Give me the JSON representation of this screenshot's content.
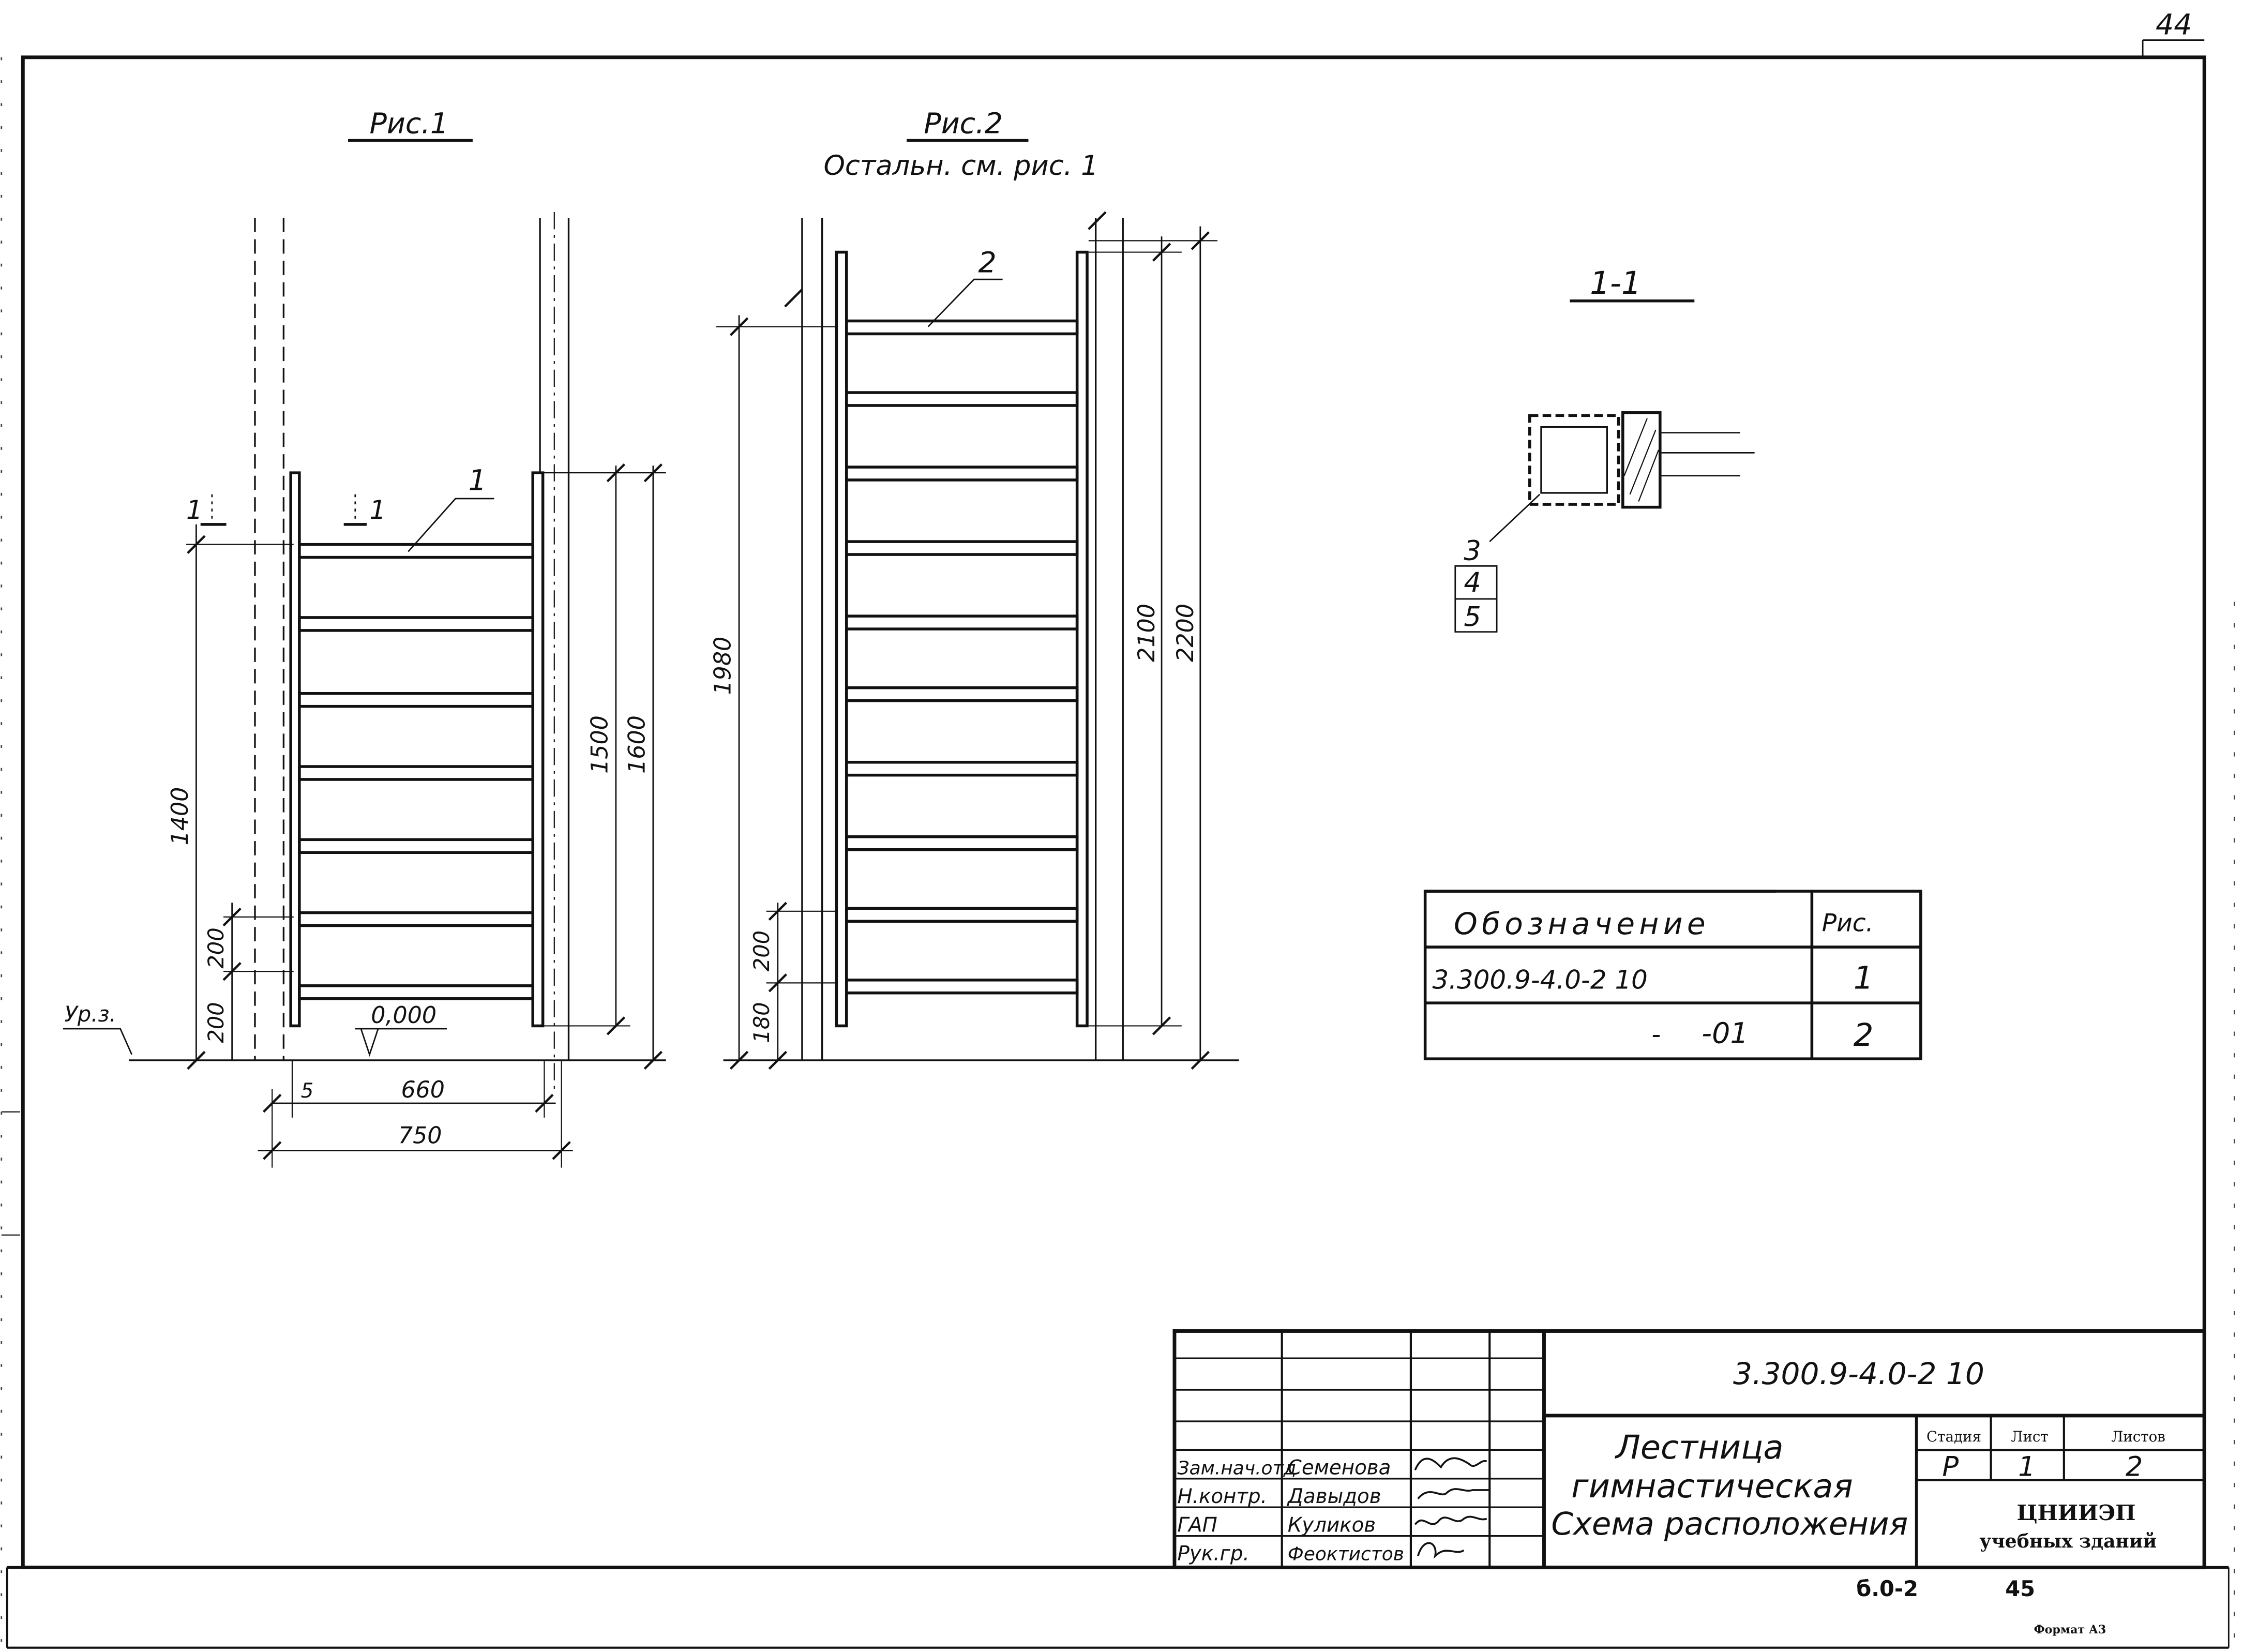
{
  "sheet_number_top": "44",
  "fig1": {
    "title": "Рис.1",
    "callout": "1",
    "section_mark": "1",
    "level_label": "Ур.з.",
    "level_value": "0,000",
    "dims": {
      "h_1400": "1400",
      "h_200a": "200",
      "h_200b": "200",
      "h_1500": "1500",
      "h_1600": "1600",
      "w_5": "5",
      "w_660": "660",
      "w_750": "750"
    }
  },
  "fig2": {
    "title": "Рис.2",
    "subtitle": "Остальн. см. рис. 1",
    "callout": "2",
    "dims": {
      "h_1980": "1980",
      "h_200": "200",
      "h_180": "180",
      "h_2100": "2100",
      "h_2200": "2200"
    }
  },
  "section": {
    "title": "1-1",
    "callouts": [
      "3",
      "4",
      "5"
    ]
  },
  "spec_table": {
    "headers": [
      "Обозначение",
      "Рис."
    ],
    "rows": [
      [
        "3.300.9-4.0-2 10",
        "1"
      ],
      [
        "-01",
        "2"
      ]
    ],
    "row2_dash": "-"
  },
  "title_block": {
    "doc_code": "3.300.9-4.0-2 10",
    "title_lines": [
      "Лестница",
      "гимнастическая",
      "Схема расположения"
    ],
    "stage_headers": [
      "Стадия",
      "Лист",
      "Листов"
    ],
    "stage_values": [
      "Р",
      "1",
      "2"
    ],
    "org_lines": [
      "ЦНИИЭП",
      "учебных зданий"
    ],
    "people": [
      {
        "role": "Зам.нач.отд",
        "name": "Семенова"
      },
      {
        "role": "Н.контр.",
        "name": "Давыдов"
      },
      {
        "role": "ГАП",
        "name": "Куликов"
      },
      {
        "role": "Рук.гр.",
        "name": "Феоктистов"
      }
    ]
  },
  "footer": {
    "album_code": "б.0-2",
    "page": "45",
    "format": "Формат А3"
  }
}
